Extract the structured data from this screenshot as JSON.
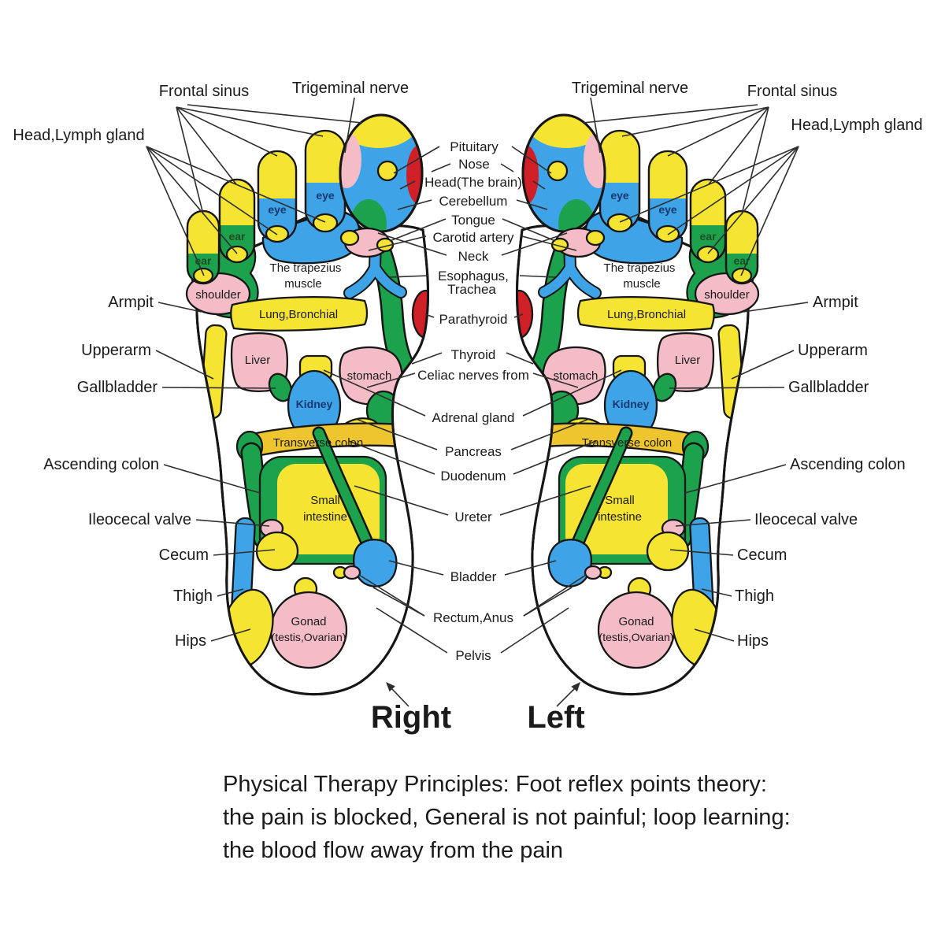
{
  "colors": {
    "yellow": "#F6E432",
    "blue": "#3FA3E8",
    "green": "#1CA24C",
    "pink": "#F3BCC6",
    "red": "#CE2026",
    "gold": "#EFC52F",
    "outline": "#161616",
    "leader": "#2e2e2e"
  },
  "top_labels": {
    "frontal_sinus": "Frontal sinus",
    "trigeminal_nerve": "Trigeminal nerve",
    "head_lymph_gland": "Head,Lymph gland"
  },
  "center_labels": {
    "pituitary": "Pituitary",
    "nose": "Nose",
    "head_brain": "Head(The brain)",
    "cerebellum": "Cerebellum",
    "tongue": "Tongue",
    "carotid": "Carotid artery",
    "neck": "Neck",
    "esophagus": "Esophagus,",
    "trachea": "Trachea",
    "parathyroid": "Parathyroid",
    "thyroid": "Thyroid",
    "celiac": "Celiac nerves from",
    "adrenal": "Adrenal gland",
    "pancreas": "Pancreas",
    "duodenum": "Duodenum",
    "ureter": "Ureter",
    "bladder": "Bladder",
    "rectum": "Rectum,Anus",
    "pelvis": "Pelvis"
  },
  "side_labels": {
    "armpit": "Armpit",
    "upperarm": "Upperarm",
    "gallbladder": "Gallbladder",
    "ascending_colon": "Ascending colon",
    "ileocecal_valve": "Ileocecal valve",
    "cecum": "Cecum",
    "thigh": "Thigh",
    "hips": "Hips"
  },
  "zone_labels": {
    "eye": "eye",
    "ear": "ear",
    "shoulder": "shoulder",
    "trapezius_line1": "The trapezius",
    "trapezius_line2": "muscle",
    "lung_bronchial": "Lung,Bronchial",
    "liver": "Liver",
    "stomach": "stomach",
    "kidney": "Kidney",
    "transverse_colon": "Transverse colon",
    "small_intestine_line1": "Small",
    "small_intestine_line2": "intestine",
    "gonad_line1": "Gonad",
    "gonad_line2": "(testis,Ovarian)"
  },
  "foot_names": {
    "right": "Right",
    "left": "Left"
  },
  "caption": {
    "line1": "Physical Therapy Principles: Foot reflex points theory:",
    "line2": "the pain is blocked, General is not painful; loop learning:",
    "line3": "the blood flow away from the pain"
  }
}
